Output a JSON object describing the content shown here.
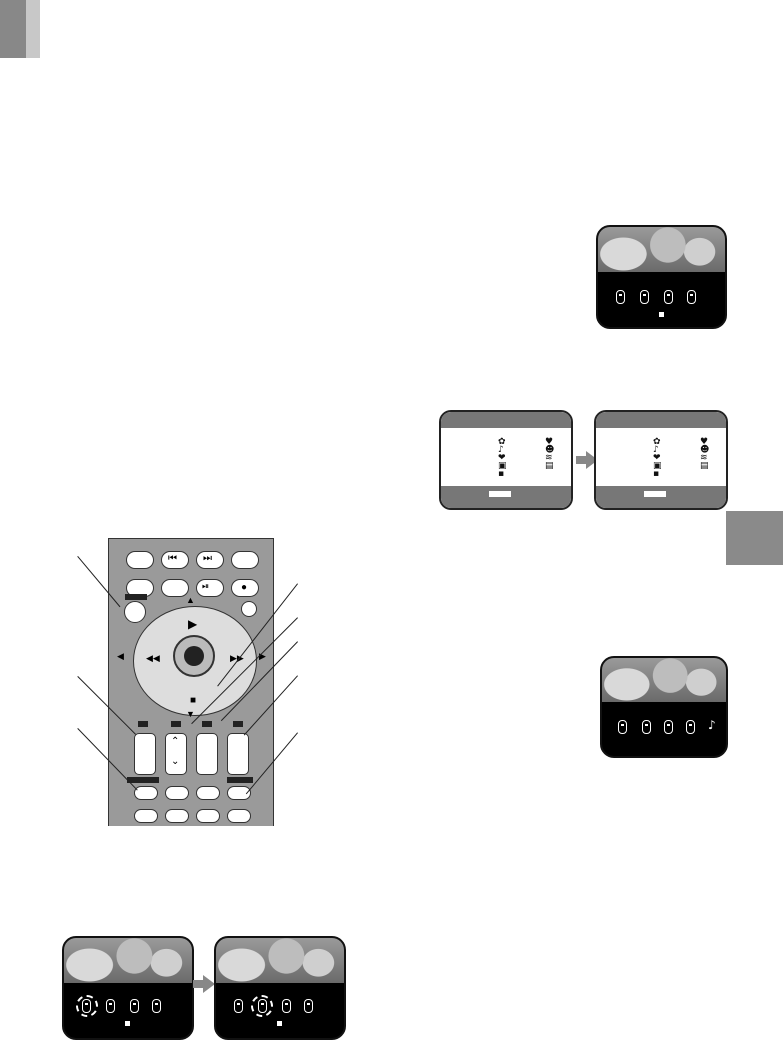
{
  "page": {
    "corner_tab_color": "#888888",
    "side_tab_color": "#8a8a8a"
  },
  "screens": {
    "top_right": {
      "cells": 4,
      "indicator": "square"
    },
    "menu_pair": {
      "arrow": "right-arrow-icon"
    },
    "mid_right": {
      "cells": 4,
      "indicator": "note",
      "note_glyph": "♪"
    },
    "bottom_left": {
      "highlight_cell": 1
    },
    "bottom_right": {
      "highlight_cell": 2
    }
  },
  "remote": {
    "icons": [
      "prev-track-icon",
      "next-track-icon",
      "pause-step-icon",
      "record-icon",
      "play-icon",
      "stop-icon",
      "rewind-icon",
      "fast-forward-icon",
      "up-icon",
      "down-icon",
      "left-icon",
      "right-icon"
    ]
  }
}
